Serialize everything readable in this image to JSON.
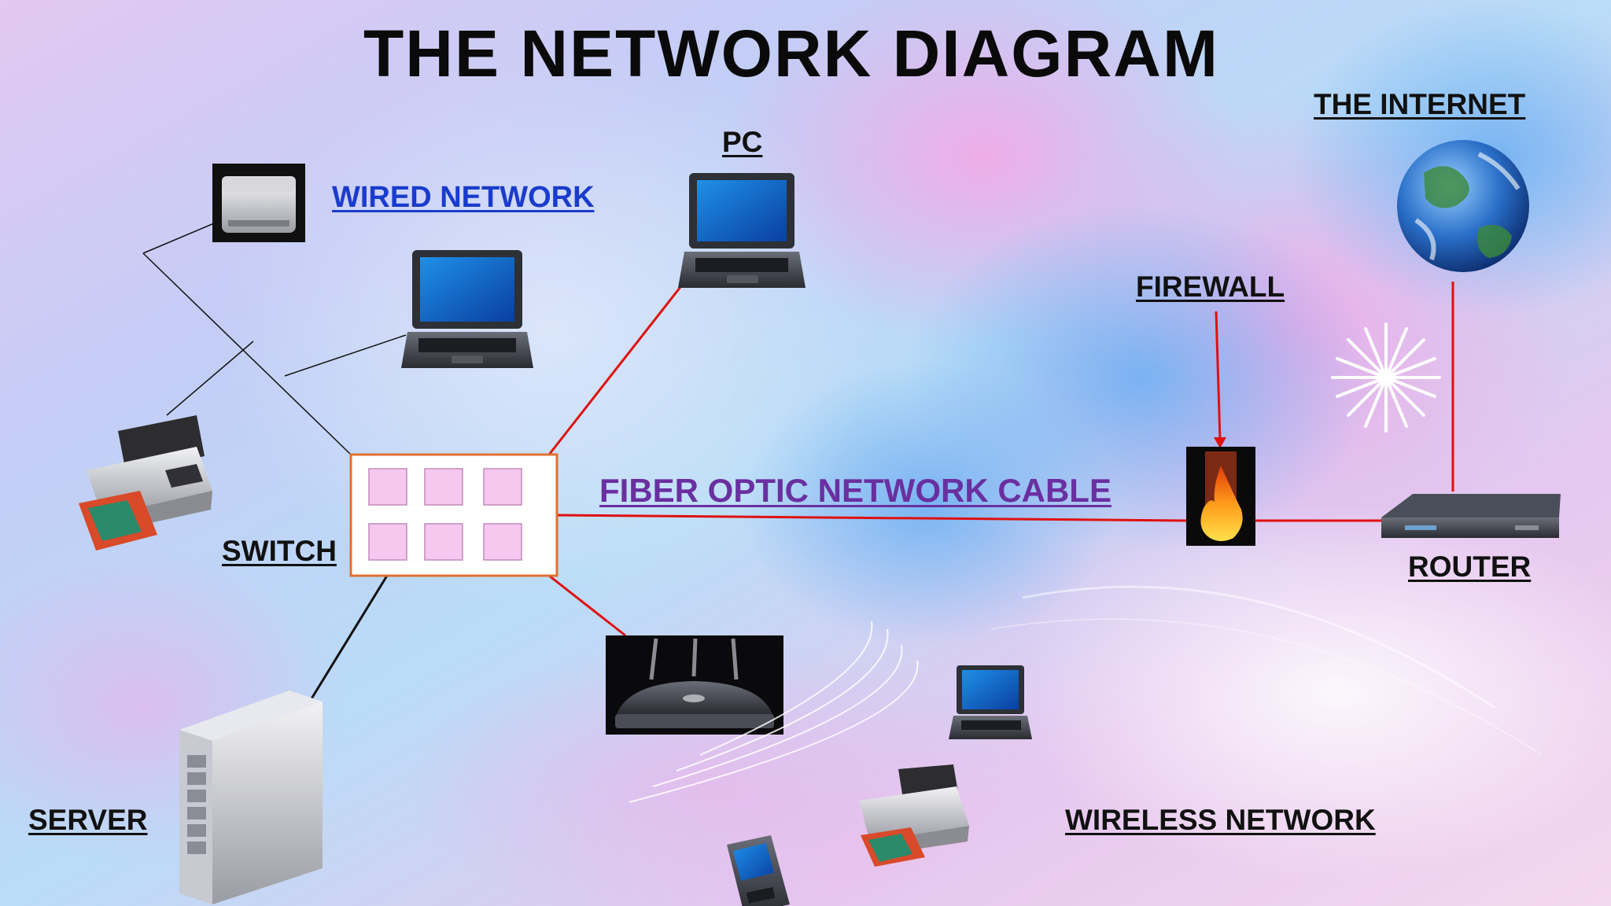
{
  "title": "THE NETWORK DIAGRAM",
  "labels": {
    "wired_network": "WIRED NETWORK",
    "pc": "PC",
    "the_internet": "THE INTERNET",
    "firewall": "FIREWALL",
    "fiber_optic": "FIBER OPTIC NETWORK CABLE",
    "switch": "SWITCH",
    "router": "ROUTER",
    "server": "SERVER",
    "wireless_network": "WIRELESS NETWORK"
  },
  "colors": {
    "link_label": "#1a3ccc",
    "fiber_label": "#6a2fa0",
    "text": "#111111",
    "red_link": "#e01010",
    "black_link": "#111111",
    "switch_border": "#e07030",
    "switch_port": "#f6c8f0"
  },
  "nodes": [
    {
      "id": "scanner",
      "icon": "scanner-icon"
    },
    {
      "id": "wired-laptop",
      "icon": "laptop-icon"
    },
    {
      "id": "wired-printer",
      "icon": "printer-icon"
    },
    {
      "id": "pc",
      "icon": "laptop-icon"
    },
    {
      "id": "switch",
      "icon": "switch-icon"
    },
    {
      "id": "server",
      "icon": "server-icon"
    },
    {
      "id": "wireless-access-point",
      "icon": "access-point-icon"
    },
    {
      "id": "firewall",
      "icon": "firewall-icon"
    },
    {
      "id": "router",
      "icon": "router-icon"
    },
    {
      "id": "internet",
      "icon": "globe-icon"
    },
    {
      "id": "wireless-laptop",
      "icon": "laptop-icon"
    },
    {
      "id": "wireless-printer",
      "icon": "printer-icon"
    },
    {
      "id": "pda",
      "icon": "pda-icon"
    }
  ],
  "edges": [
    {
      "from": "switch",
      "to": "pc",
      "color": "red"
    },
    {
      "from": "switch",
      "to": "firewall",
      "color": "red"
    },
    {
      "from": "firewall",
      "to": "router",
      "color": "red"
    },
    {
      "from": "router",
      "to": "internet",
      "color": "red"
    },
    {
      "from": "firewall-label",
      "to": "firewall",
      "color": "red"
    },
    {
      "from": "switch",
      "to": "wireless-access-point",
      "color": "red"
    },
    {
      "from": "switch",
      "to": "server",
      "color": "black"
    },
    {
      "from": "switch",
      "to": "scanner",
      "color": "black"
    },
    {
      "from": "wired-laptop",
      "to": "wired-printer",
      "color": "black"
    }
  ]
}
